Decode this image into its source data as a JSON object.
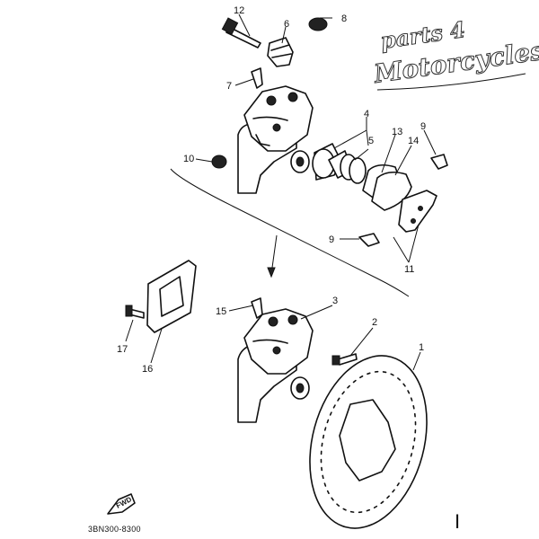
{
  "logo": {
    "line1": "parts 4",
    "line2": "Motorcycles"
  },
  "catalog_code": "3BN300-8300",
  "fwd_label": "FWD",
  "page_mark": "I",
  "callouts": [
    "12",
    "6",
    "8",
    "7",
    "4",
    "5",
    "13",
    "14",
    "9",
    "10",
    "9",
    "11",
    "3",
    "15",
    "2",
    "1",
    "17",
    "16"
  ]
}
